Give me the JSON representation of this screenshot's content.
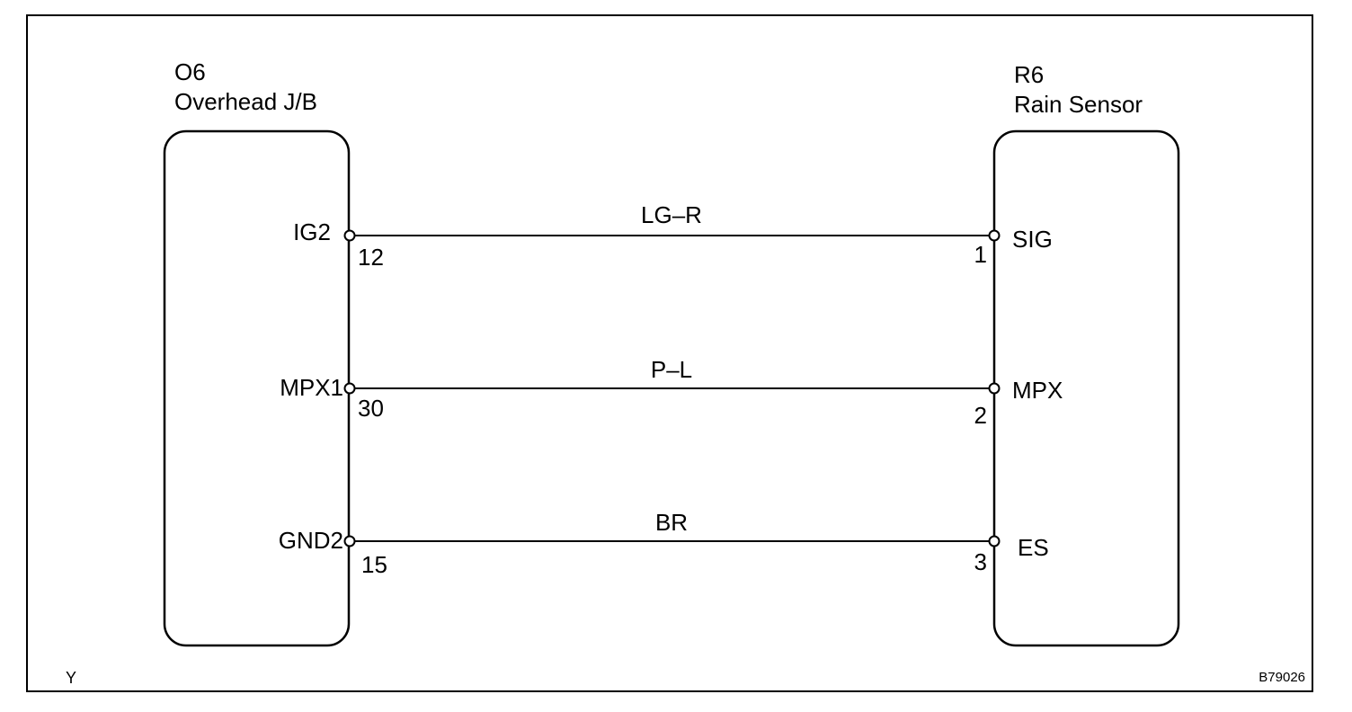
{
  "left_component": {
    "code": "O6",
    "name": "Overhead J/B"
  },
  "right_component": {
    "code": "R6",
    "name": "Rain Sensor"
  },
  "connections": [
    {
      "wire": "LG–R",
      "left_terminal": "IG2",
      "left_pin": "12",
      "right_pin": "1",
      "right_terminal": "SIG"
    },
    {
      "wire": "P–L",
      "left_terminal": "MPX1",
      "left_pin": "30",
      "right_pin": "2",
      "right_terminal": "MPX"
    },
    {
      "wire": "BR",
      "left_terminal": "GND2",
      "left_pin": "15",
      "right_pin": "3",
      "right_terminal": "ES"
    }
  ],
  "footer": {
    "left_code": "Y",
    "figure_id": "B79026"
  },
  "colors": {
    "line": "#000000",
    "background": "#ffffff"
  }
}
